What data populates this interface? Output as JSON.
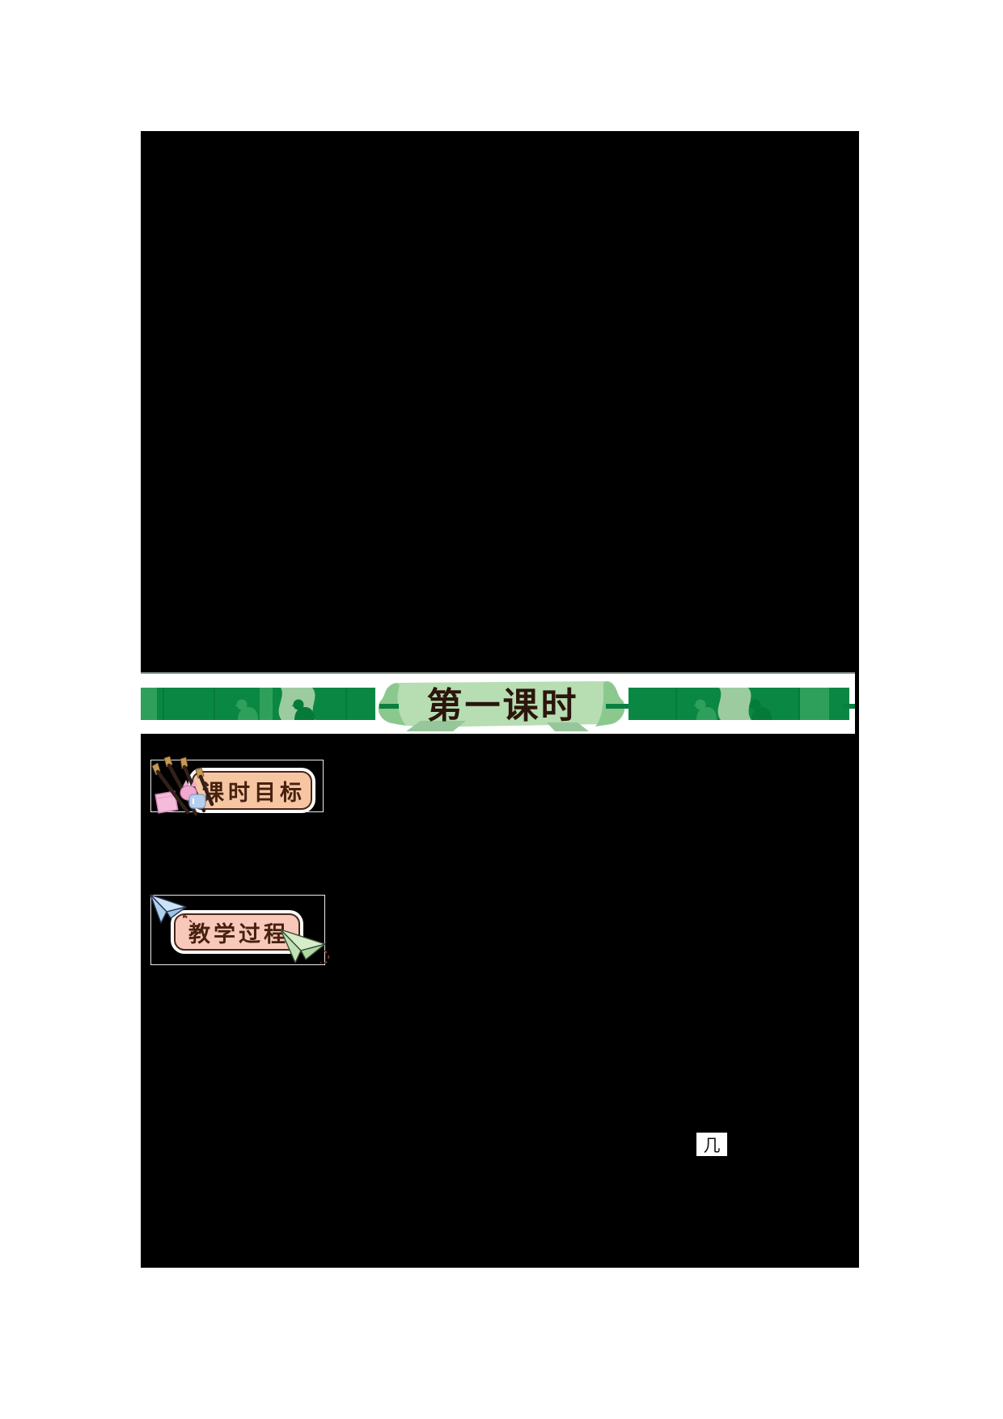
{
  "document": {
    "banner": {
      "title": "第一课时"
    },
    "sections": [
      {
        "heading": "课时目标",
        "icon": "calligraphy-brushes-icon"
      },
      {
        "heading": "教学过程",
        "icon": "paper-plane-icons"
      }
    ],
    "inline_glyph": "几"
  },
  "icons": [
    "bird-pattern-icon",
    "calligraphy-brushes-icon",
    "ink-pot-icon",
    "sticky-note-icon",
    "blue-paper-plane-icon",
    "green-paper-plane-icon"
  ],
  "colors": {
    "page_black": "#000000",
    "band_dark_green": "#0A8843",
    "band_mid_green": "#2FA05C",
    "band_sage": "#9DCBA0",
    "plaque_green": "#B7DDB2",
    "plaque_fold": "#8BC88E",
    "plaque_shadow": "#97C69B",
    "dash_green": "#0A7F3F",
    "banner_text": "#2B150C",
    "badge1_fill": "#F6C6A3",
    "badge2_fill": "#F8C9BB",
    "badge_outline": "#4A2516",
    "badge_text": "#47210F",
    "trail_brown": "#7B3A28"
  }
}
